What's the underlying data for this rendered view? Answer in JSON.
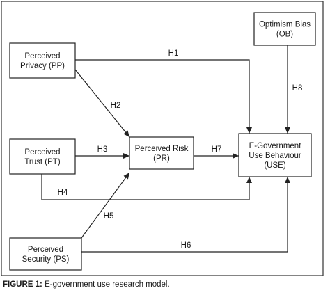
{
  "diagram": {
    "nodes": [
      {
        "id": "PP",
        "lines": [
          "Perceived",
          "Privacy (PP)"
        ]
      },
      {
        "id": "PT",
        "lines": [
          "Perceived",
          "Trust (PT)"
        ]
      },
      {
        "id": "PS",
        "lines": [
          "Perceived",
          "Security (PS)"
        ]
      },
      {
        "id": "PR",
        "lines": [
          "Perceived Risk",
          "(PR)"
        ]
      },
      {
        "id": "OB",
        "lines": [
          "Optimism Bias",
          "(OB)"
        ]
      },
      {
        "id": "USE",
        "lines": [
          "E-Government",
          "Use Behaviour",
          "(USE)"
        ]
      }
    ],
    "edges": [
      {
        "from": "PP",
        "to": "USE",
        "label": "H1"
      },
      {
        "from": "PP",
        "to": "PR",
        "label": "H2"
      },
      {
        "from": "PT",
        "to": "PR",
        "label": "H3"
      },
      {
        "from": "PT",
        "to": "USE",
        "label": "H4"
      },
      {
        "from": "PS",
        "to": "PR",
        "label": "H5"
      },
      {
        "from": "PS",
        "to": "USE",
        "label": "H6"
      },
      {
        "from": "PR",
        "to": "USE",
        "label": "H7"
      },
      {
        "from": "OB",
        "to": "USE",
        "label": "H8"
      }
    ]
  },
  "caption": {
    "label": "FIGURE 1:",
    "text": " E-government use research model."
  }
}
